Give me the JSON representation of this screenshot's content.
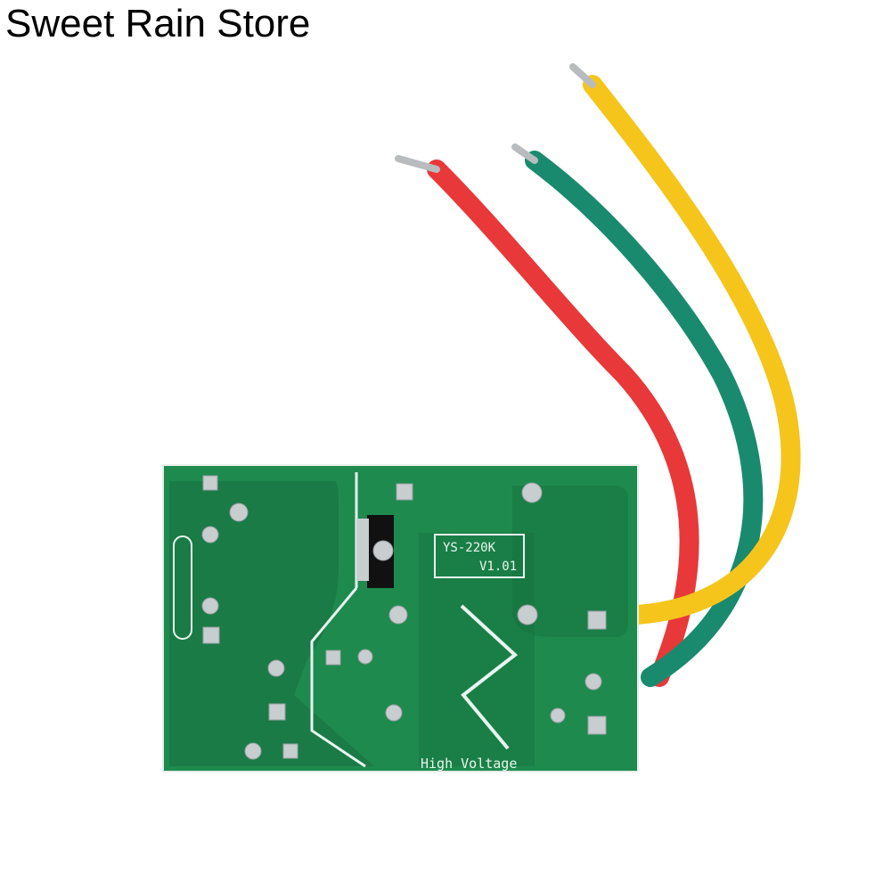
{
  "watermark": "Sweet Rain Store",
  "board": {
    "model": "YS-220K",
    "version": "V1.01",
    "warning": "High Voltage"
  },
  "colors": {
    "pcb": "#1e8a4e",
    "pcb_dark": "#17703f",
    "wire_red": "#e8383a",
    "wire_green": "#1a8a6e",
    "wire_yellow": "#f5c51c",
    "solder": "#c8cdd0"
  }
}
